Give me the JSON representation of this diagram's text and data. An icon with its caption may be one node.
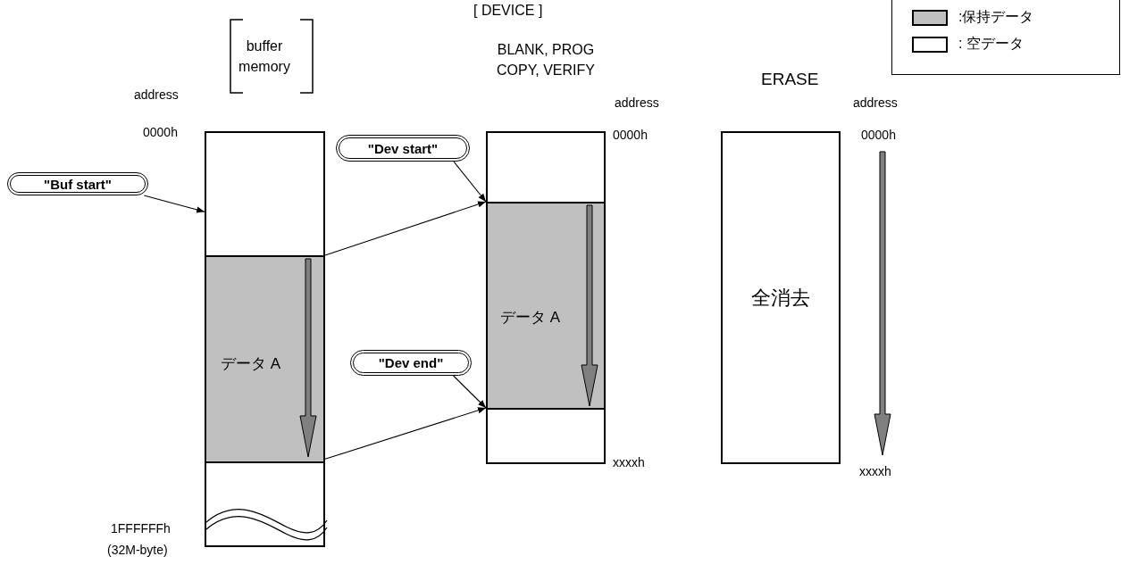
{
  "diagram": {
    "nodes": [
      {
        "text": [
          "\"Buf start\""
        ]
      },
      {
        "text": [],
        "shape": "box"
      },
      {
        "text": [
          "データ A"
        ]
      },
      {
        "text": [],
        "shape": "box"
      },
      {
        "text": [
          "\"Dev start\""
        ]
      },
      {
        "text": [],
        "shape": "box"
      },
      {
        "text": [
          "データ A"
        ]
      },
      {
        "text": [],
        "shape": "box"
      },
      {
        "text": [
          "\"Dev end\""
        ]
      },
      {
        "text": [
          "全消去"
        ]
      }
    ],
    "edges": [
      {
        "from": 0,
        "to": 1,
        "arrow": "to"
      },
      {
        "from": 4,
        "to": 6,
        "arrow": "to"
      },
      {
        "from": 2,
        "to": 6,
        "arrow": "to"
      },
      {
        "from": 2,
        "to": 7,
        "arrow": "to"
      },
      {
        "from": 8,
        "to": 7,
        "arrow": "to"
      }
    ],
    "labels": [
      "buffer memory",
      "[ DEVICE ]",
      "BLANK, PROG COPY, VERIFY",
      "ERASE",
      "address",
      "address",
      "address",
      "0000h",
      "0000h",
      "0000h",
      "1FFFFFFh",
      "(32M-byte)",
      "xxxxh",
      "xxxxh"
    ],
    "legend": [
      {
        "text": ":保持データ",
        "color": "#c0c0c0"
      },
      {
        "text": ": 空データ",
        "color": "#ffffff"
      }
    ]
  }
}
